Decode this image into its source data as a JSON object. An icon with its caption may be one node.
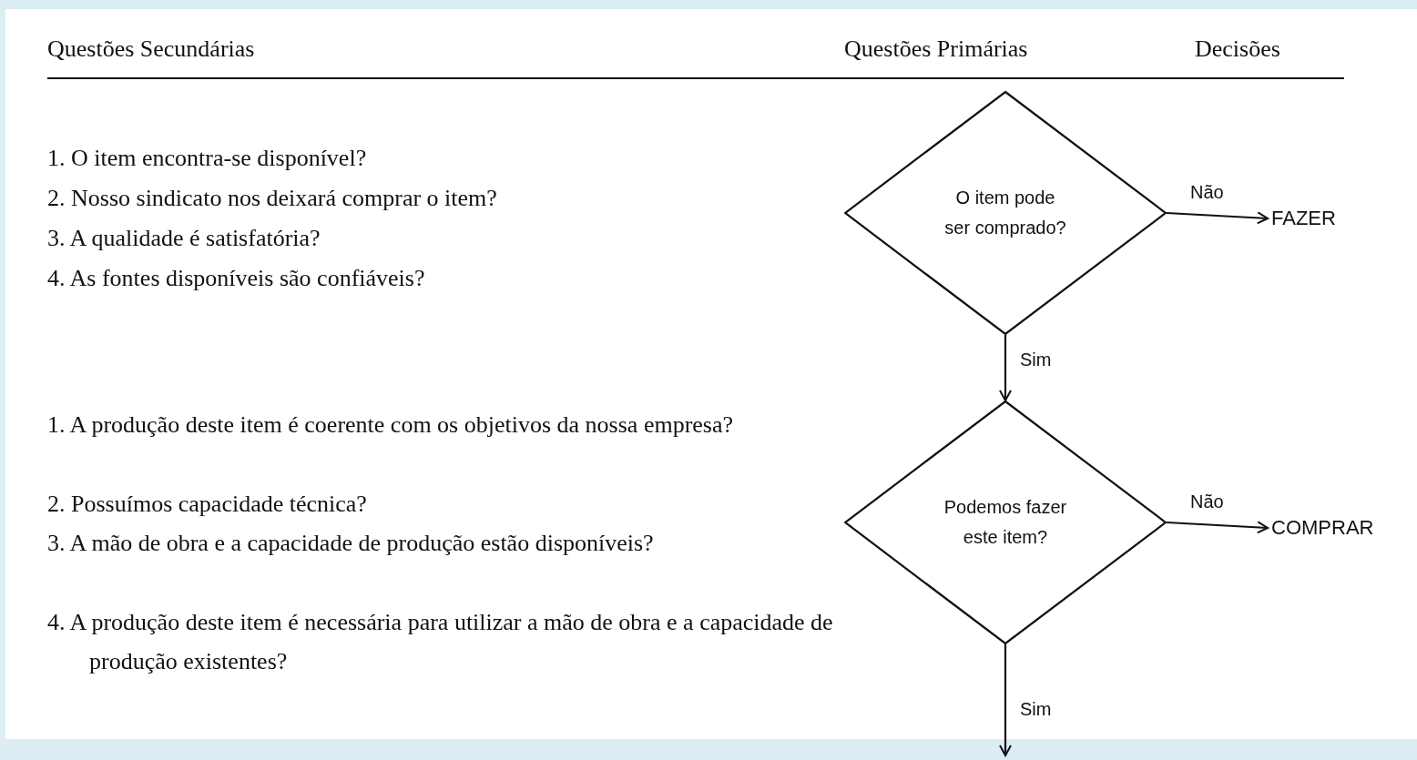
{
  "diagram": {
    "nodes": [
      {
        "text": [
          "O item pode ser comprado?"
        ]
      },
      {
        "text": [
          "FAZER"
        ]
      },
      {
        "text": [
          "Podemos fazer este item?"
        ]
      },
      {
        "text": [
          "COMPRAR"
        ]
      }
    ],
    "edges": [
      {
        "from": 0,
        "to": 1,
        "arrow": "to",
        "label": "Não"
      },
      {
        "from": 0,
        "to": 2,
        "arrow": "to",
        "label": "Sim"
      },
      {
        "from": 2,
        "to": 3,
        "arrow": "to",
        "label": "Não"
      },
      {
        "from": 2,
        "to": null,
        "arrow": "to",
        "label": "Sim"
      }
    ],
    "labels": [
      "Questões Secundárias",
      "Questões Primárias",
      "Decisões",
      "1. O item encontra-se disponível?",
      "2. Nosso sindicato nos deixará comprar o item?",
      "3. A qualidade é satisfatória?",
      "4. As fontes disponíveis são confiáveis?",
      "1. A produção deste item é coerente com os objetivos da nossa empresa?",
      "2. Possuímos capacidade técnica?",
      "3. A mão de obra e a capacidade de produção estão disponíveis?",
      "4. A produção deste item é necessária para utilizar a mão de obra e a capacidade de produção existentes?"
    ]
  }
}
